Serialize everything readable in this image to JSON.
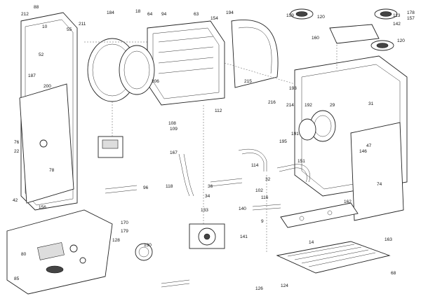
{
  "diagram": {
    "type": "exploded-parts-view",
    "callouts": [
      {
        "text": "88"
      },
      {
        "text": "211"
      },
      {
        "text": "212"
      },
      {
        "text": "10"
      },
      {
        "text": "55"
      },
      {
        "text": "184"
      },
      {
        "text": "18"
      },
      {
        "text": "64"
      },
      {
        "text": "94"
      },
      {
        "text": "63"
      },
      {
        "text": "194"
      },
      {
        "text": "154"
      },
      {
        "text": "159"
      },
      {
        "text": "120"
      },
      {
        "text": "178"
      },
      {
        "text": "113"
      },
      {
        "text": "142"
      },
      {
        "text": "157"
      },
      {
        "text": "160"
      },
      {
        "text": "120"
      },
      {
        "text": "52"
      },
      {
        "text": "187"
      },
      {
        "text": "200"
      },
      {
        "text": "76"
      },
      {
        "text": "22"
      },
      {
        "text": "42"
      },
      {
        "text": "78"
      },
      {
        "text": "80"
      },
      {
        "text": "156"
      },
      {
        "text": "85"
      },
      {
        "text": "74"
      },
      {
        "text": "68"
      },
      {
        "text": "163"
      },
      {
        "text": "162"
      },
      {
        "text": "140"
      },
      {
        "text": "133"
      },
      {
        "text": "116"
      },
      {
        "text": "112"
      },
      {
        "text": "114"
      },
      {
        "text": "36"
      },
      {
        "text": "34"
      },
      {
        "text": "102"
      },
      {
        "text": "124"
      },
      {
        "text": "126"
      },
      {
        "text": "167"
      },
      {
        "text": "193"
      },
      {
        "text": "214"
      },
      {
        "text": "215"
      },
      {
        "text": "216"
      },
      {
        "text": "206"
      },
      {
        "text": "47"
      },
      {
        "text": "31"
      },
      {
        "text": "29"
      },
      {
        "text": "128"
      },
      {
        "text": "130"
      },
      {
        "text": "170"
      },
      {
        "text": "179"
      },
      {
        "text": "192"
      },
      {
        "text": "191"
      },
      {
        "text": "195"
      },
      {
        "text": "108"
      },
      {
        "text": "109"
      },
      {
        "text": "118"
      },
      {
        "text": "96"
      },
      {
        "text": "151"
      },
      {
        "text": "146"
      },
      {
        "text": "32"
      },
      {
        "text": "141"
      },
      {
        "text": "9"
      },
      {
        "text": "14"
      }
    ]
  }
}
